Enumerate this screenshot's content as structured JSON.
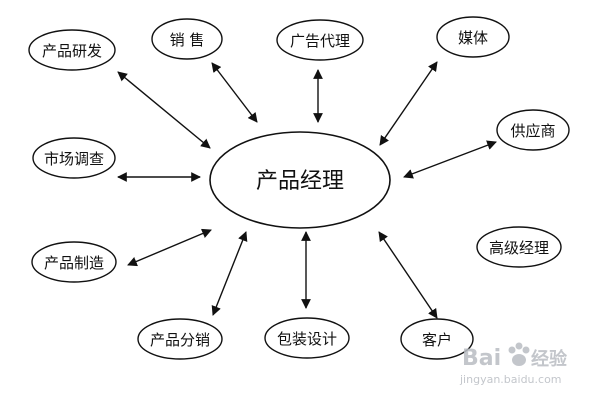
{
  "center": {
    "label": "产品经理"
  },
  "nodes": [
    {
      "id": "rd",
      "label": "产品研发"
    },
    {
      "id": "sales",
      "label": "销 售"
    },
    {
      "id": "ad",
      "label": "广告代理"
    },
    {
      "id": "media",
      "label": "媒体"
    },
    {
      "id": "supplier",
      "label": "供应商"
    },
    {
      "id": "market",
      "label": "市场调查"
    },
    {
      "id": "mfg",
      "label": "产品制造"
    },
    {
      "id": "senior",
      "label": "高级经理"
    },
    {
      "id": "dist",
      "label": "产品分销"
    },
    {
      "id": "pkg",
      "label": "包装设计"
    },
    {
      "id": "client",
      "label": "客户"
    }
  ],
  "watermark": {
    "brand": "Bai",
    "brand2": "经验",
    "url": "jingyan.baidu.com"
  },
  "colors": {
    "stroke": "#111111",
    "watermark": "#b9bdc3"
  }
}
